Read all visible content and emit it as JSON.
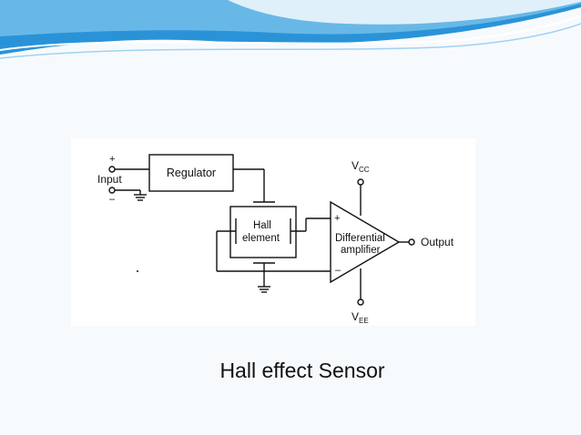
{
  "slide": {
    "caption": "Hall effect Sensor"
  },
  "diagram": {
    "input_plus": "+",
    "input_label": "Input",
    "input_minus": "–",
    "regulator_label": "Regulator",
    "hall_line1": "Hall",
    "hall_line2": "element",
    "amp_plus": "+",
    "amp_minus": "–",
    "amp_line1": "Differential",
    "amp_line2": "amplifier",
    "output_label": "Output",
    "vcc_main": "V",
    "vcc_sub": "CC",
    "vee_main": "V",
    "vee_sub": "EE"
  },
  "colors": {
    "wave_dark": "#1f8fd6",
    "wave_light": "#bfe2f7",
    "ink": "#111111"
  }
}
